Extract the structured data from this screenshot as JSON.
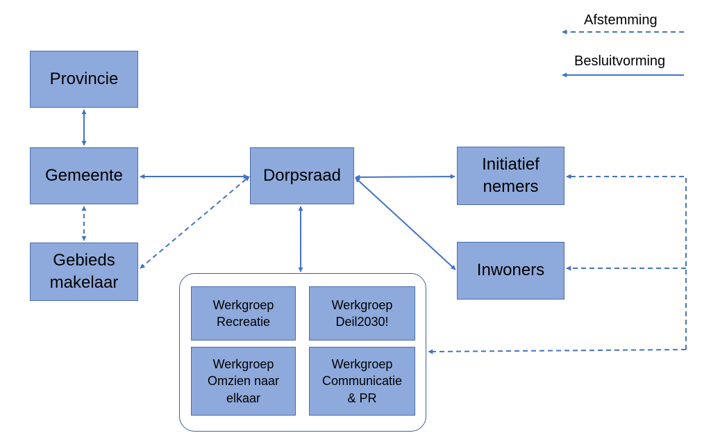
{
  "legend": {
    "dashed_label": "Afstemming",
    "solid_label": "Besluitvorming"
  },
  "nodes": {
    "provincie": "Provincie",
    "gemeente": "Gemeente",
    "gebiedsmakelaar": {
      "line1": "Gebieds",
      "line2": "makelaar"
    },
    "dorpsraad": "Dorpsraad",
    "initiatiefnemers": {
      "line1": "Initiatief",
      "line2": "nemers"
    },
    "inwoners": "Inwoners"
  },
  "werkgroepen": [
    {
      "lines": [
        "Werkgroep",
        "Recreatie"
      ]
    },
    {
      "lines": [
        "Werkgroep",
        "Deil2030!"
      ]
    },
    {
      "lines": [
        "Werkgroep",
        "Omzien naar",
        "elkaar"
      ]
    },
    {
      "lines": [
        "Werkgroep",
        "Communicatie",
        "& PR"
      ]
    }
  ],
  "colors": {
    "box_fill": "#8ea9db",
    "box_border": "#4a6da7",
    "arrow": "#4472c4"
  }
}
